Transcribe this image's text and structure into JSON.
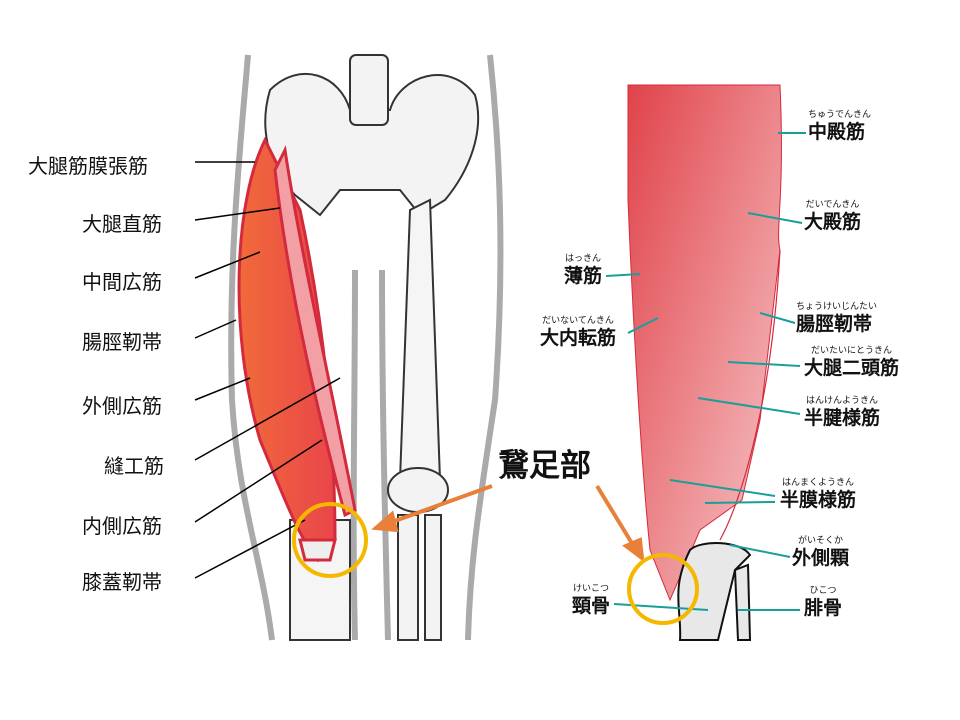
{
  "title": "鵞足部",
  "front_labels": [
    "大腿筋膜張筋",
    "大腿直筋",
    "中間広筋",
    "腸脛靭帯",
    "外側広筋",
    "縫工筋",
    "内側広筋",
    "膝蓋靭帯"
  ],
  "back_labels": [
    {
      "furigana": "ちゅうでんきん",
      "name": "中殿筋"
    },
    {
      "furigana": "だいでんきん",
      "name": "大殿筋"
    },
    {
      "furigana": "はっきん",
      "name": "薄筋"
    },
    {
      "furigana": "だいないてんきん",
      "name": "大内転筋"
    },
    {
      "furigana": "ちょうけいじんたい",
      "name": "腸脛靭帯"
    },
    {
      "furigana": "だいたいにとうきん",
      "name": "大腿二頭筋"
    },
    {
      "furigana": "はんけんようきん",
      "name": "半腱様筋"
    },
    {
      "furigana": "はんまくようきん",
      "name": "半膜様筋"
    },
    {
      "furigana": "がいそくか",
      "name": "外側顆"
    },
    {
      "furigana": "けいこつ",
      "name": "頸骨"
    },
    {
      "furigana": "ひこつ",
      "name": "腓骨"
    }
  ],
  "colors": {
    "muscle": "#e0434a",
    "leader_teal": "#1a9e9a",
    "arrow": "#e8803a",
    "circle": "#f5b800"
  }
}
